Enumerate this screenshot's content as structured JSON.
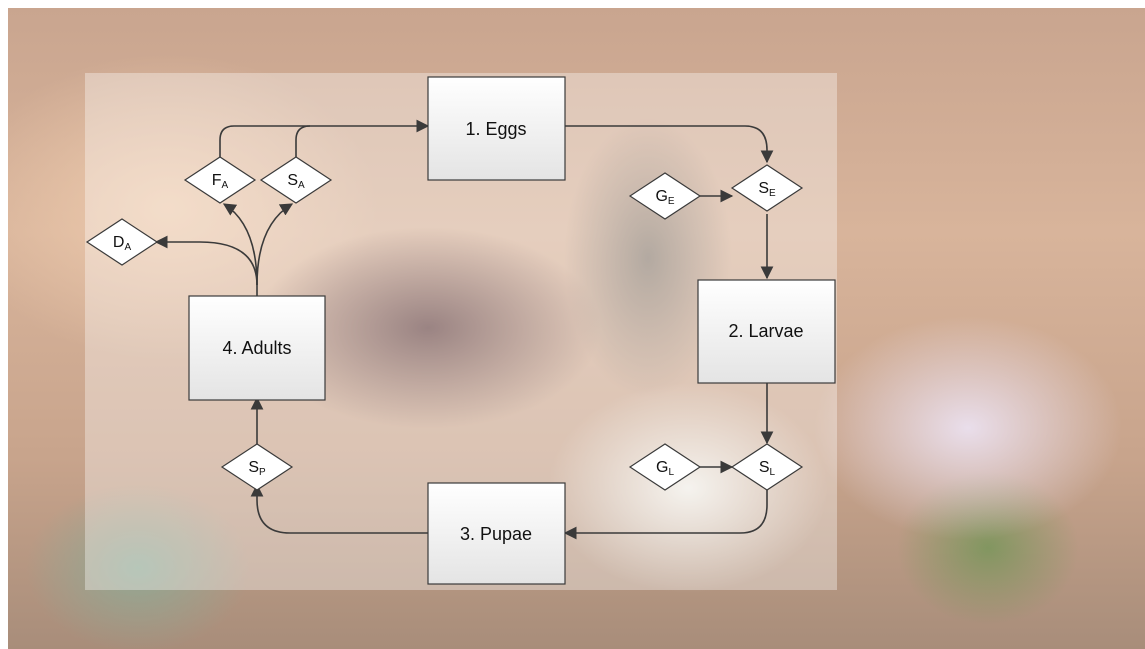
{
  "nodes": {
    "eggs": "1. Eggs",
    "larvae": "2. Larvae",
    "pupae": "3. Pupae",
    "adults": "4. Adults"
  },
  "decisions": {
    "fa": {
      "main": "F",
      "sub": "A"
    },
    "sa": {
      "main": "S",
      "sub": "A"
    },
    "da": {
      "main": "D",
      "sub": "A"
    },
    "ge": {
      "main": "G",
      "sub": "E"
    },
    "se": {
      "main": "S",
      "sub": "E"
    },
    "gl": {
      "main": "G",
      "sub": "L"
    },
    "sl": {
      "main": "S",
      "sub": "L"
    },
    "sp": {
      "main": "S",
      "sub": "P"
    }
  },
  "background": {
    "photo_subject": "butterfly-on-flowers-photo",
    "veil_color": "#ffffff"
  }
}
